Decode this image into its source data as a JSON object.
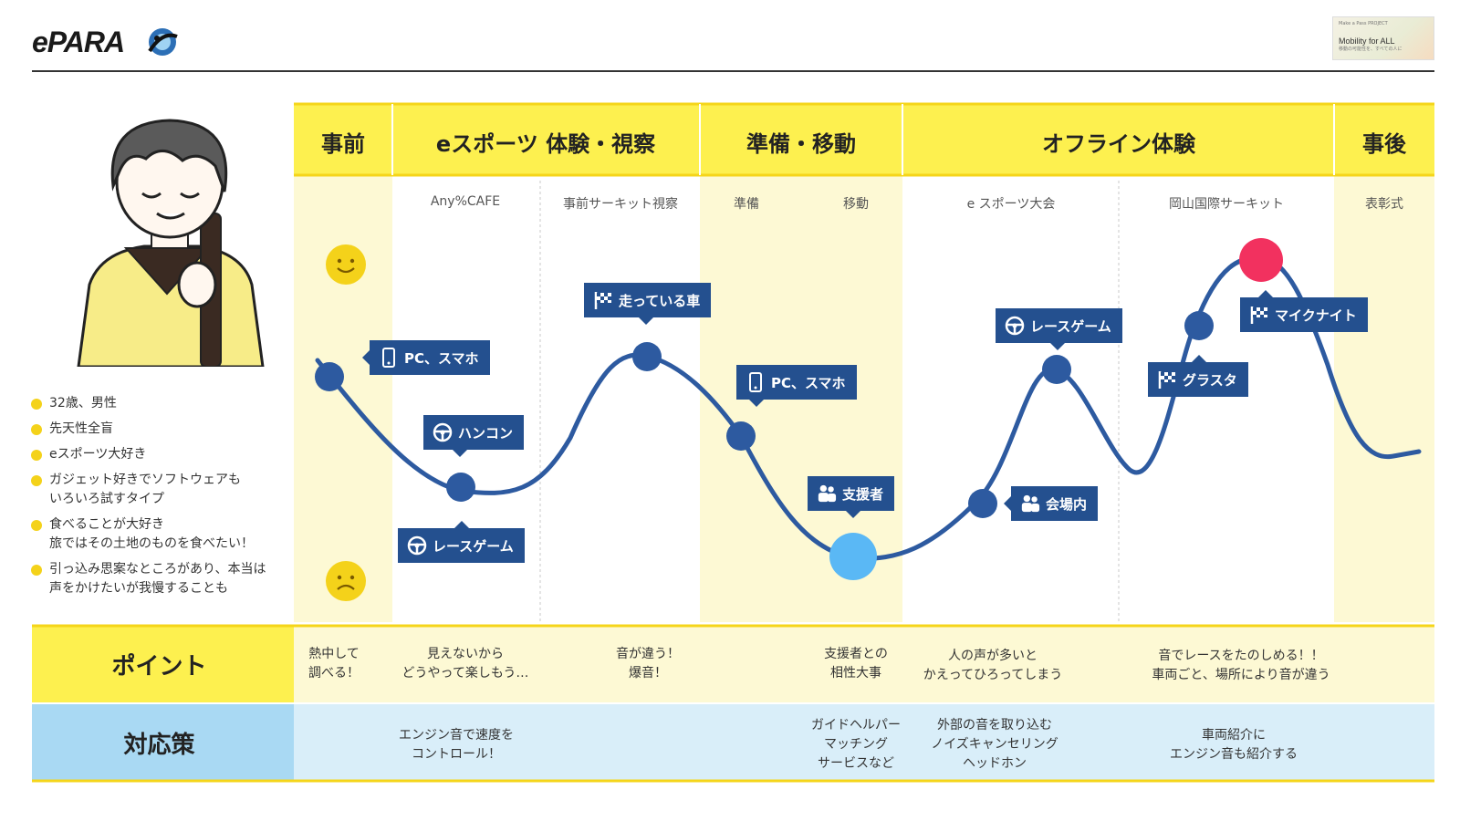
{
  "logo": {
    "text": "ePARA"
  },
  "badge": {
    "line1": "Make a Pass PROJECT",
    "title": "Mobility for ALL",
    "line3": "移動の可能性を、すべての人に"
  },
  "stages": [
    "事前",
    "eスポーツ 体験・視察",
    "準備・移動",
    "オフライン体験",
    "事後"
  ],
  "substages": [
    "Any%CAFE",
    "事前サーキット視察",
    "準備",
    "移動",
    "e スポーツ大会",
    "岡山国際サーキット",
    "表彰式"
  ],
  "emotion_icons": [
    "smiley-happy-icon",
    "smiley-sad-icon"
  ],
  "profile": [
    "32歳、男性",
    "先天性全盲",
    "eスポーツ大好き",
    "ガジェット好きでソフトウェアも\nいろいろ試すタイプ",
    "食べることが大好き\n旅ではその土地のものを食べたい！",
    "引っ込み思案なところがあり、本当は\n声をかけたいが我慢することも"
  ],
  "touchpoints": [
    {
      "label": "PC、スマホ",
      "icon": "smartphone-icon"
    },
    {
      "label": "ハンコン",
      "icon": "steering-wheel-icon"
    },
    {
      "label": "レースゲーム",
      "icon": "steering-wheel-icon"
    },
    {
      "label": "走っている車",
      "icon": "checkered-flag-icon"
    },
    {
      "label": "PC、スマホ",
      "icon": "smartphone-icon"
    },
    {
      "label": "支援者",
      "icon": "people-icon"
    },
    {
      "label": "会場内",
      "icon": "people-icon"
    },
    {
      "label": "レースゲーム",
      "icon": "steering-wheel-icon"
    },
    {
      "label": "グラスタ",
      "icon": "checkered-flag-icon"
    },
    {
      "label": "マイクナイト",
      "icon": "checkered-flag-icon"
    }
  ],
  "rows": {
    "point": {
      "label": "ポイント",
      "cells": [
        "熱中して\n調べる！",
        "見えないから\nどうやって楽しもう…",
        "音が違う！\n爆音！",
        "支援者との\n相性大事",
        "人の声が多いと\nかえってひろってしまう",
        "音でレースをたのしめる！！\n車両ごと、場所により音が違う"
      ]
    },
    "solution": {
      "label": "対応策",
      "cells": [
        "エンジン音で速度を\nコントロール！",
        "ガイドヘルパー\nマッチング\nサービスなど",
        "外部の音を取り込む\nノイズキャンセリング\nヘッドホン",
        "車両紹介に\nエンジン音も紹介する"
      ]
    }
  },
  "colors": {
    "yellow": "#fdf04f",
    "yellow_light": "#fdf9d4",
    "blue_light": "#d9eef9",
    "navy": "#2d5aa0",
    "tag": "#24508f",
    "low_point": "#5ab8f5",
    "high_point": "#f2315f"
  }
}
